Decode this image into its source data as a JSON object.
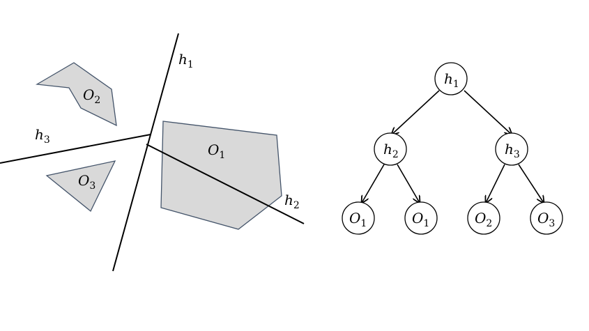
{
  "partition": {
    "objects": [
      {
        "name": "O",
        "sub": "1"
      },
      {
        "name": "O",
        "sub": "2"
      },
      {
        "name": "O",
        "sub": "3"
      }
    ],
    "lines": [
      {
        "name": "h",
        "sub": "1"
      },
      {
        "name": "h",
        "sub": "2"
      },
      {
        "name": "h",
        "sub": "3"
      }
    ]
  },
  "tree": {
    "root": {
      "name": "h",
      "sub": "1"
    },
    "internal": [
      {
        "name": "h",
        "sub": "2"
      },
      {
        "name": "h",
        "sub": "3"
      }
    ],
    "leaves": [
      {
        "name": "O",
        "sub": "1"
      },
      {
        "name": "O",
        "sub": "1"
      },
      {
        "name": "O",
        "sub": "2"
      },
      {
        "name": "O",
        "sub": "3"
      }
    ]
  }
}
